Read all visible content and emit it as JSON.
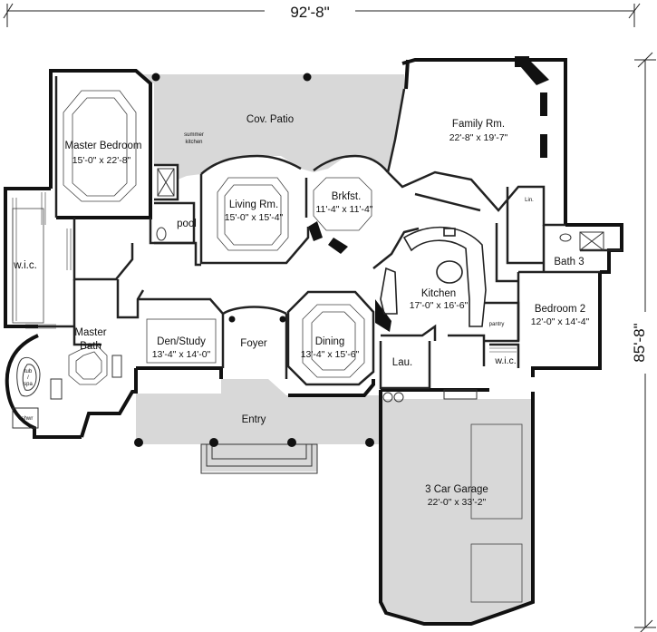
{
  "dimensions": {
    "width_total": "92'-8\"",
    "depth_total": "85'-8\""
  },
  "rooms": {
    "patio": {
      "name": "Cov. Patio"
    },
    "summer": {
      "line1": "summer",
      "line2": "kitchen"
    },
    "master": {
      "name": "Master Bedroom",
      "size": "15'-0\" x 22'-8\""
    },
    "living": {
      "name": "Living Rm.",
      "size": "15'-0\" x 15'-4\""
    },
    "brkfst": {
      "name": "Brkfst.",
      "size": "11'-4\" x 11'-4\""
    },
    "family": {
      "name": "Family Rm.",
      "size": "22'-8\" x 19'-7\""
    },
    "pool": {
      "name": "pool"
    },
    "wic": {
      "name": "w.i.c."
    },
    "lin": {
      "name": "Lin."
    },
    "bath3": {
      "name": "Bath 3"
    },
    "kitchen": {
      "name": "Kitchen",
      "size": "17'-0\" x 16'-6\""
    },
    "bedroom2": {
      "name": "Bedroom 2",
      "size": "12'-0\" x 14'-4\""
    },
    "pantry": {
      "name": "pantry"
    },
    "mbath": {
      "line1": "Master",
      "line2": "Bath"
    },
    "den": {
      "name": "Den/Study",
      "size": "13'-4\" x 14'-0\""
    },
    "foyer": {
      "name": "Foyer"
    },
    "dining": {
      "name": "Dining",
      "size": "13'-4\" x 15'-6\""
    },
    "lau": {
      "name": "Lau."
    },
    "wic2": {
      "name": "w.i.c."
    },
    "tub": {
      "line1": "tub",
      "line2": "/",
      "line3": "spa"
    },
    "shwr": {
      "name": "shwr"
    },
    "entry": {
      "name": "Entry"
    },
    "garage": {
      "name": "3 Car Garage",
      "size": "22'-0\" x 33'-2\""
    }
  },
  "colors": {
    "wall": "#111111",
    "patio_fill": "#d8d8d8",
    "line": "#222222",
    "background": "#ffffff"
  }
}
